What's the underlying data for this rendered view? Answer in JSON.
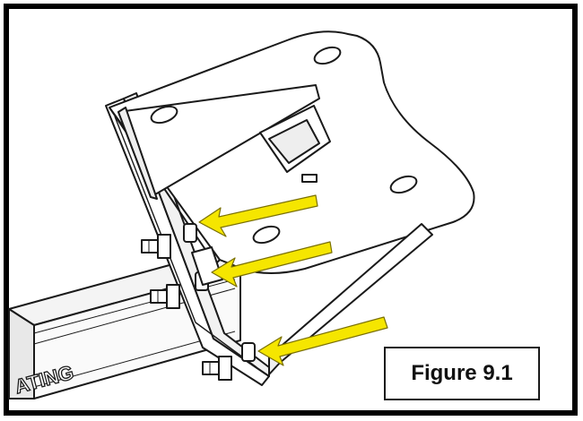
{
  "figure": {
    "caption": "Figure 9.1",
    "tube_label": "ATING"
  },
  "arrows": {
    "color": "#f5e600",
    "outline": "#7a7000",
    "count": 3
  }
}
